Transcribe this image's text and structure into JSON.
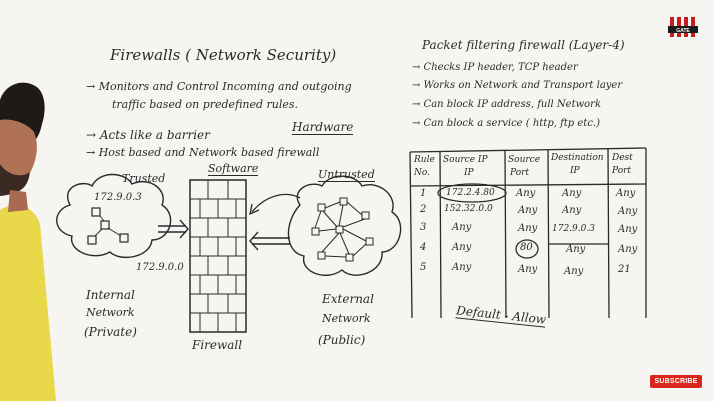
{
  "left": {
    "title": "Firewalls ( Network Security)",
    "bullet1_line1": "→ Monitors and Control Incoming and outgoing",
    "bullet1_line2": "traffic based on predefined rules.",
    "bullet2": "→ Acts like a barrier",
    "hardware": "Hardware",
    "bullet3": "→ Host based and Network based firewall",
    "software": "Software"
  },
  "diagram": {
    "trusted": "Trusted",
    "ip_top": "172.9.0.3",
    "ip_bottom": "172.9.0.0",
    "untrusted": "Untrusted",
    "internal_1": "Internal",
    "internal_2": "Network",
    "internal_3": "(Private)",
    "firewall": "Firewall",
    "external_1": "External",
    "external_2": "Network",
    "external_3": "(Public)"
  },
  "right": {
    "title": "Packet filtering firewall (Layer-4)",
    "points": [
      "→ Checks IP header, TCP header",
      "→ Works on Network and Transport layer",
      "→ Can block IP address, full Network",
      "→ Can block a service ( http, ftp etc.)"
    ]
  },
  "table": {
    "headers": [
      [
        "Rule",
        "No."
      ],
      [
        "Source IP",
        "IP"
      ],
      [
        "Source",
        "Port"
      ],
      [
        "Destination",
        "IP"
      ],
      [
        "Dest",
        "Port"
      ]
    ],
    "rows": [
      [
        "1",
        "172.2.4.80",
        "Any",
        "Any",
        "Any"
      ],
      [
        "2",
        "152.32.0.0",
        "Any",
        "Any",
        "Any"
      ],
      [
        "3",
        "Any",
        "Any",
        "172.9.0.3",
        "Any"
      ],
      [
        "4",
        "Any",
        "80",
        "Any",
        "Any"
      ],
      [
        "5",
        "Any",
        "Any",
        "Any",
        "21"
      ]
    ],
    "default": "Default - Allow"
  },
  "overlay": {
    "subscribe": "SUBSCRIBE",
    "logo": "GATE"
  },
  "colors": {
    "board": "#f6f5f1",
    "ink": "#2a2a2a",
    "subscribe": "#d9261c",
    "skin": "#b07256",
    "shirt": "#e8d84a",
    "hair": "#1e1a18"
  }
}
